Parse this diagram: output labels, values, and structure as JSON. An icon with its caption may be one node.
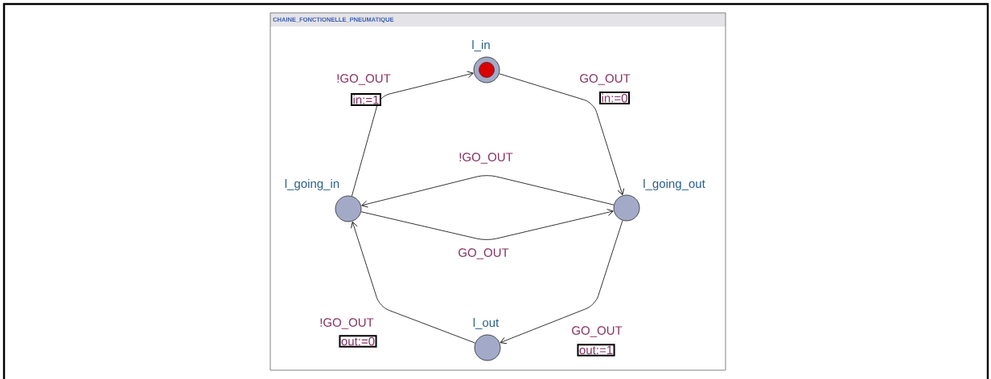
{
  "diagram": {
    "nodes": [
      {
        "text": [
          "CHAINE_FONCTIONELLE_PNEUMATIQUE"
        ]
      },
      {
        "text": [
          "l_in"
        ],
        "in": 0
      },
      {
        "text": [
          "l_going_in"
        ],
        "in": 0
      },
      {
        "text": [
          "l_going_out"
        ],
        "in": 0
      },
      {
        "text": [
          "l_out"
        ],
        "in": 0
      }
    ],
    "edges": [
      {
        "from": 2,
        "to": 1,
        "arrow": "to",
        "label": "!GO_OUT"
      },
      {
        "from": 1,
        "to": 3,
        "arrow": "to",
        "label": "GO_OUT"
      },
      {
        "from": 3,
        "to": 2,
        "arrow": "to",
        "label": "!GO_OUT"
      },
      {
        "from": 2,
        "to": 3,
        "arrow": "to",
        "label": "GO_OUT"
      },
      {
        "from": 3,
        "to": 4,
        "arrow": "to",
        "label": "GO_OUT"
      },
      {
        "from": 4,
        "to": 2,
        "arrow": "to",
        "label": "!GO_OUT"
      }
    ],
    "labels": [
      "in:=1",
      "in:=0",
      "out:=0",
      "out:=1"
    ]
  }
}
